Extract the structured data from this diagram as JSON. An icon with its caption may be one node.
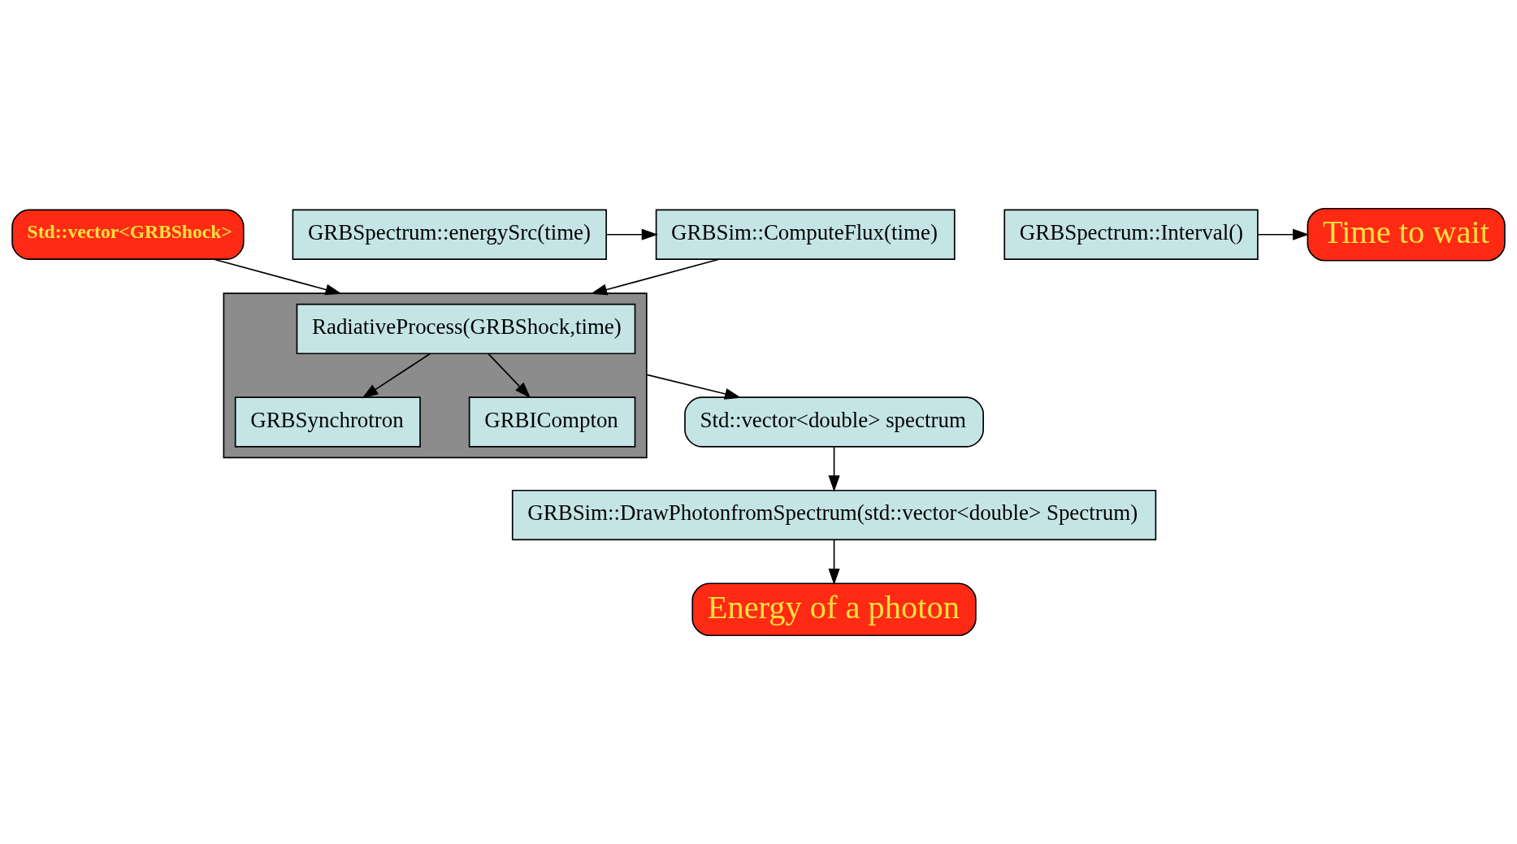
{
  "diagram": {
    "nodes": [
      {
        "text": [
          "Std::vector<GRBShock>"
        ]
      },
      {
        "text": [
          "GRBSpectrum::energySrc(time)"
        ]
      },
      {
        "text": [
          "GRBSim::ComputeFlux(time)"
        ]
      },
      {
        "text": [],
        "shape": "box"
      },
      {
        "text": [
          "RadiativeProcess(GRBShock,time)"
        ],
        "in": 3
      },
      {
        "text": [
          "GRBSynchrotron"
        ],
        "in": 3
      },
      {
        "text": [
          "GRBICompton"
        ],
        "in": 3
      },
      {
        "text": [
          "Std::vector<double> spectrum"
        ]
      },
      {
        "text": [
          "GRBSim::DrawPhotonfromSpectrum(std::vector<double> Spectrum)"
        ]
      },
      {
        "text": [
          "Energy of a photon"
        ]
      },
      {
        "text": [
          "GRBSpectrum::Interval()"
        ]
      },
      {
        "text": [
          "Time to wait"
        ]
      }
    ],
    "edges": [
      {
        "from": 1,
        "to": 2,
        "arrow": "to"
      },
      {
        "from": 0,
        "to": 3,
        "arrow": "to"
      },
      {
        "from": 2,
        "to": 3,
        "arrow": "to"
      },
      {
        "from": 4,
        "to": 5,
        "arrow": "to"
      },
      {
        "from": 4,
        "to": 6,
        "arrow": "to"
      },
      {
        "from": 3,
        "to": 7,
        "arrow": "to"
      },
      {
        "from": 7,
        "to": 8,
        "arrow": "to"
      },
      {
        "from": 8,
        "to": 9,
        "arrow": "to"
      },
      {
        "from": 10,
        "to": 11,
        "arrow": "to"
      }
    ]
  }
}
